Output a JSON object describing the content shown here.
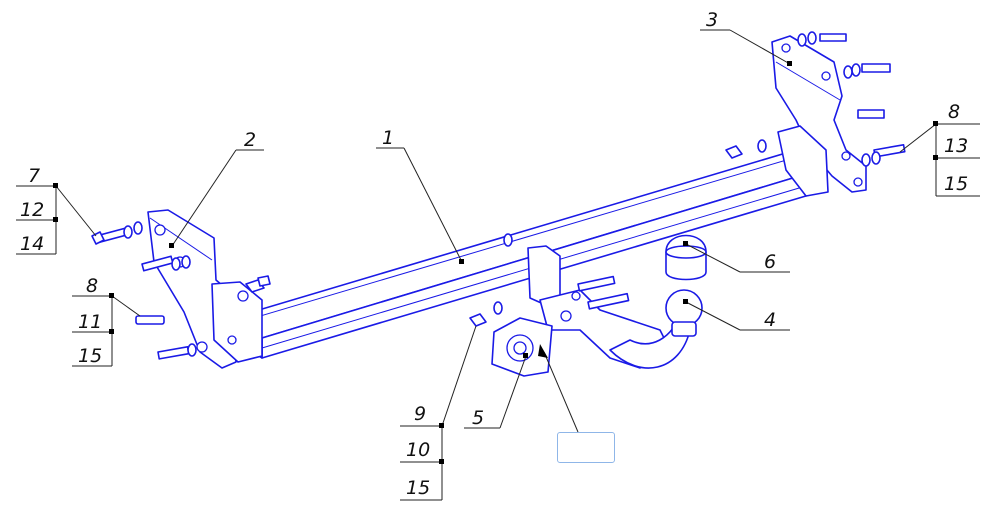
{
  "diagram": {
    "colors": {
      "part_outline": "#1a1ae6",
      "leader": "#222222",
      "background": "#ffffff"
    },
    "callouts": {
      "c1": "1",
      "c2": "2",
      "c3": "3",
      "c4": "4",
      "c5": "5",
      "c6": "6",
      "left_bolt_group": [
        "7",
        "12",
        "14"
      ],
      "left_lower_bolt_group": [
        "8",
        "11",
        "15"
      ],
      "right_bolt_group": [
        "8",
        "13",
        "15"
      ],
      "nut_group": [
        "9",
        "10",
        "15"
      ]
    },
    "blank_plate": ""
  }
}
